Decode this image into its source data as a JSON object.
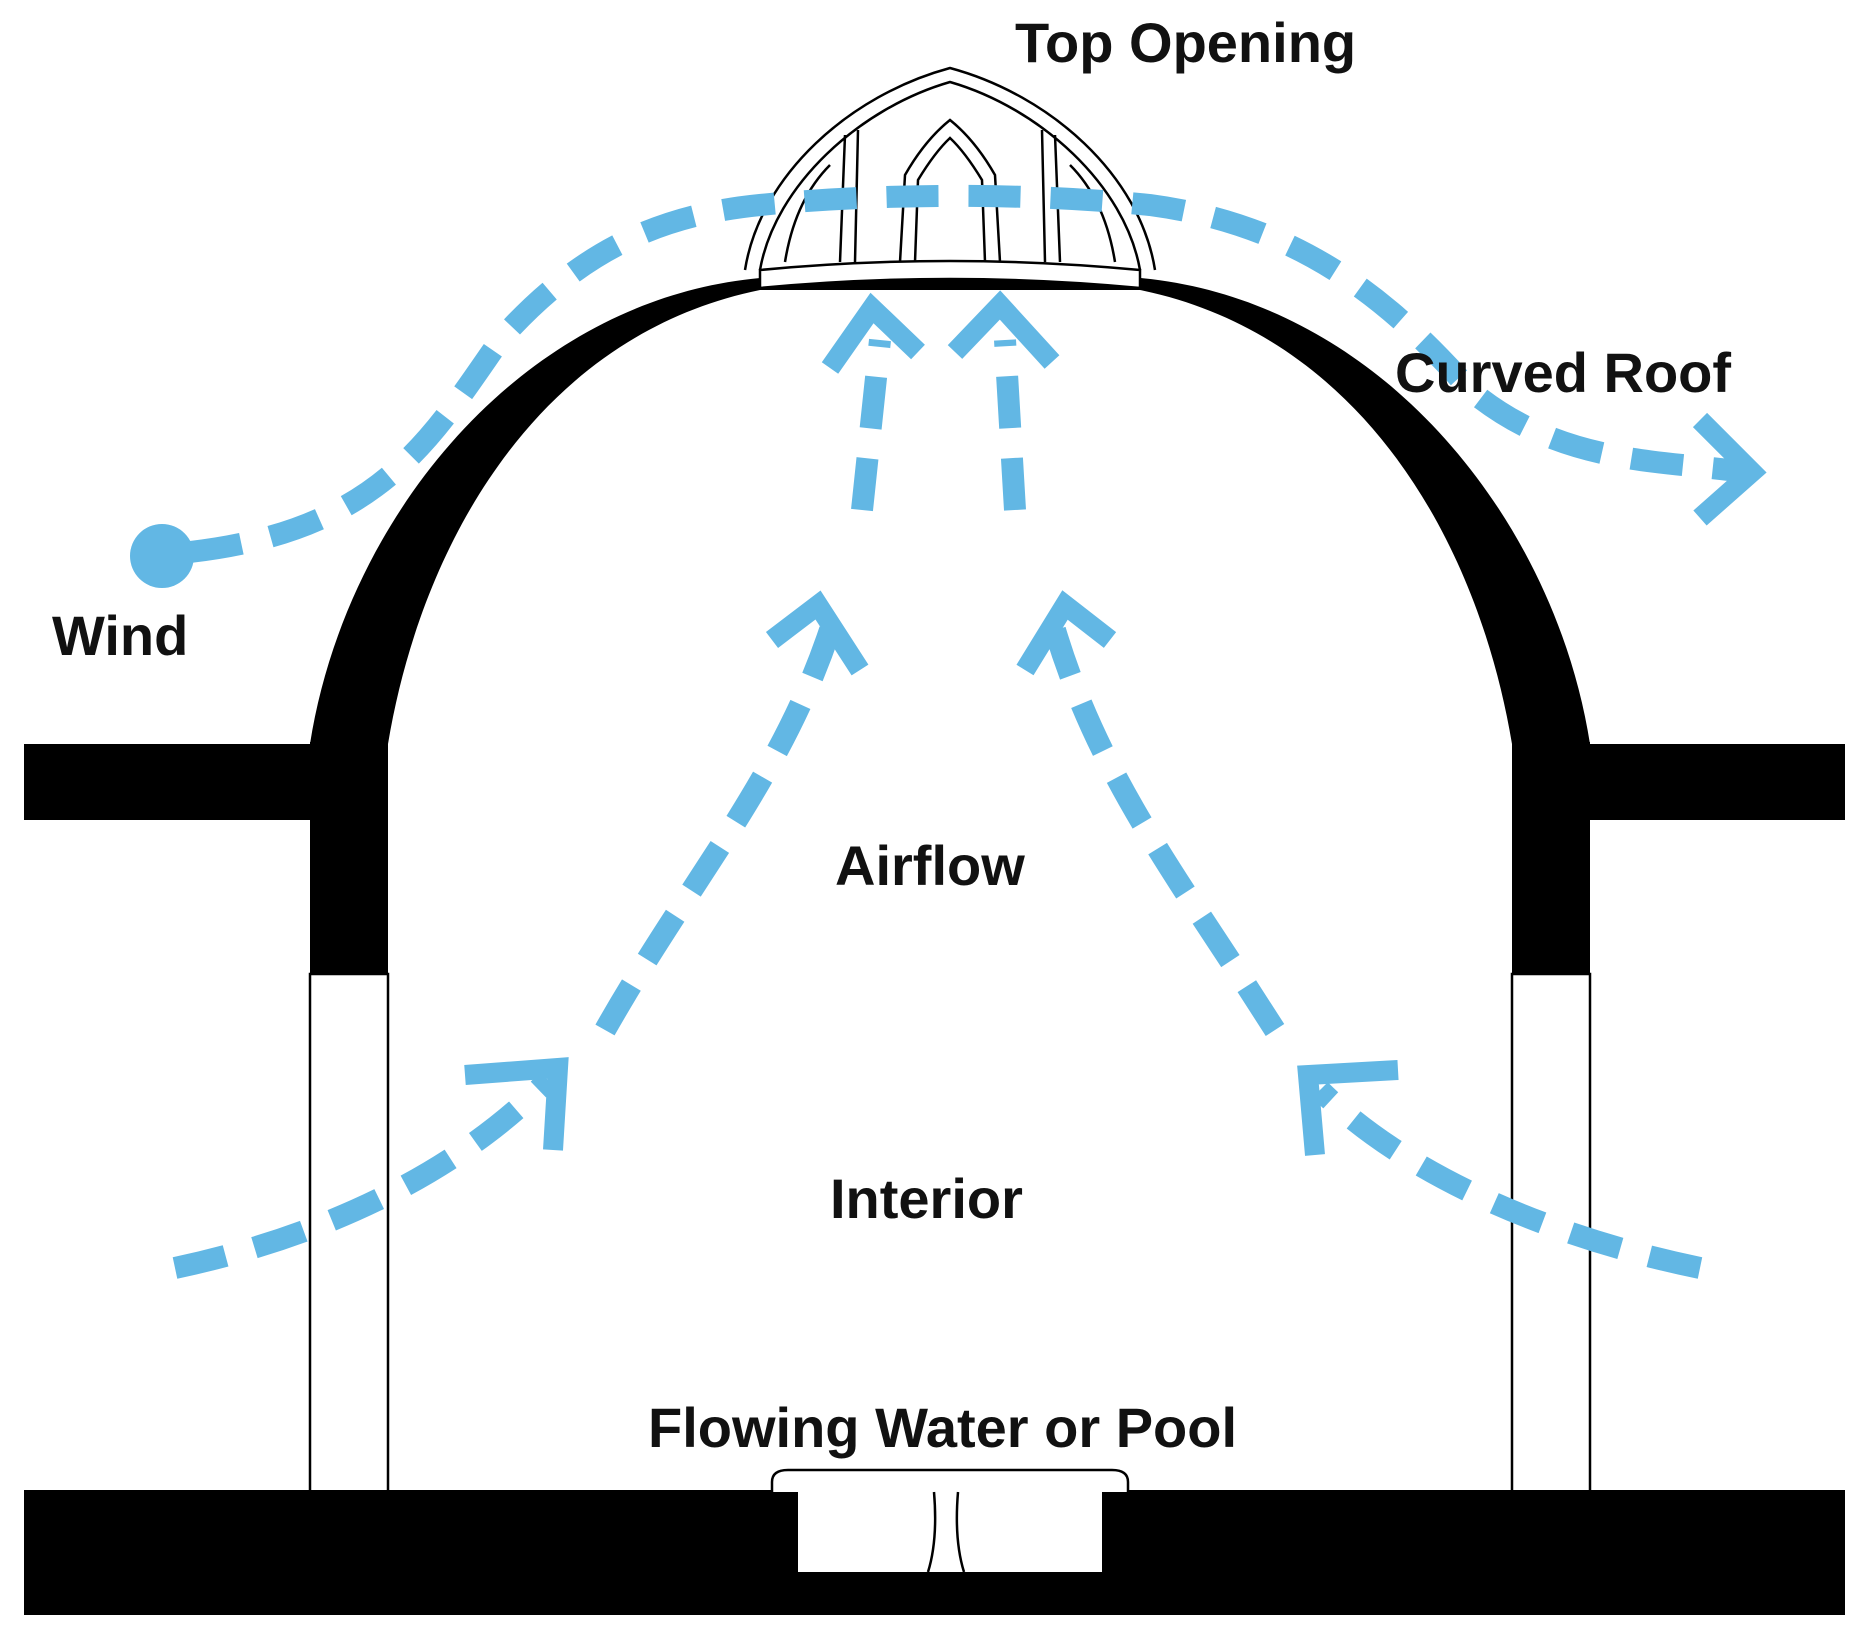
{
  "labels": {
    "top_opening": "Top Opening",
    "curved_roof": "Curved Roof",
    "wind": "Wind",
    "airflow": "Airflow",
    "interior": "Interior",
    "flowing_water": "Flowing Water or Pool"
  },
  "colors": {
    "airflow": "#62b7e4",
    "structure": "#000000",
    "background": "#ffffff"
  }
}
